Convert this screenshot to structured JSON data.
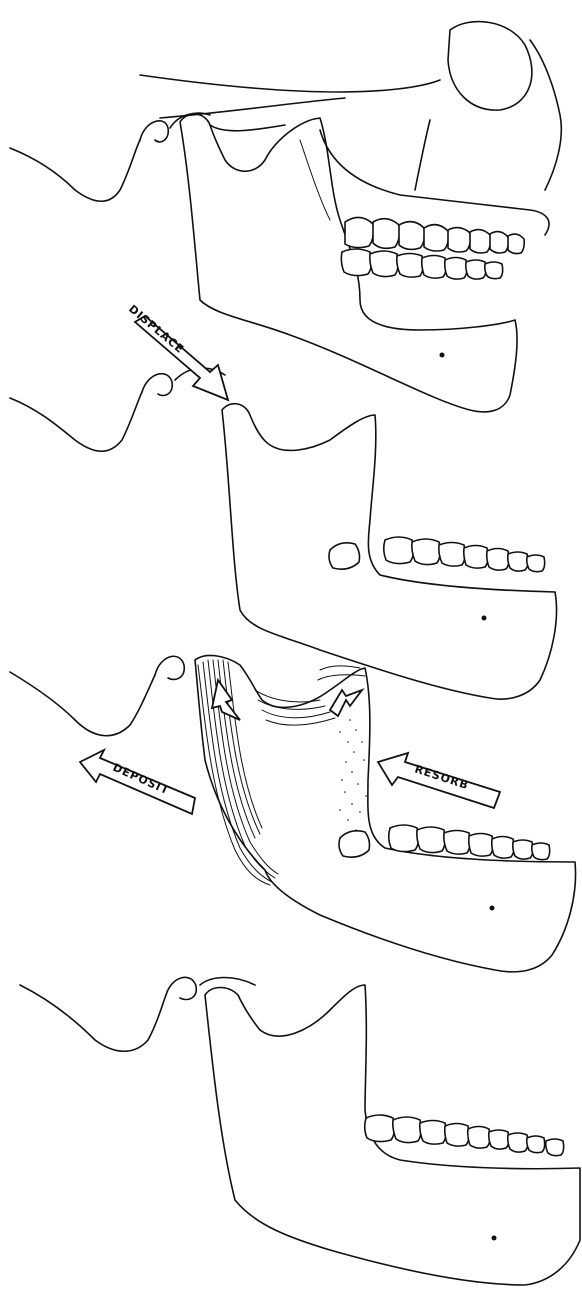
{
  "labels": {
    "displace": "DISPLACE",
    "deposit": "DEPOSIT",
    "resorb": "RESORB"
  },
  "colors": {
    "ink": "#111111",
    "paper": "#ffffff"
  }
}
